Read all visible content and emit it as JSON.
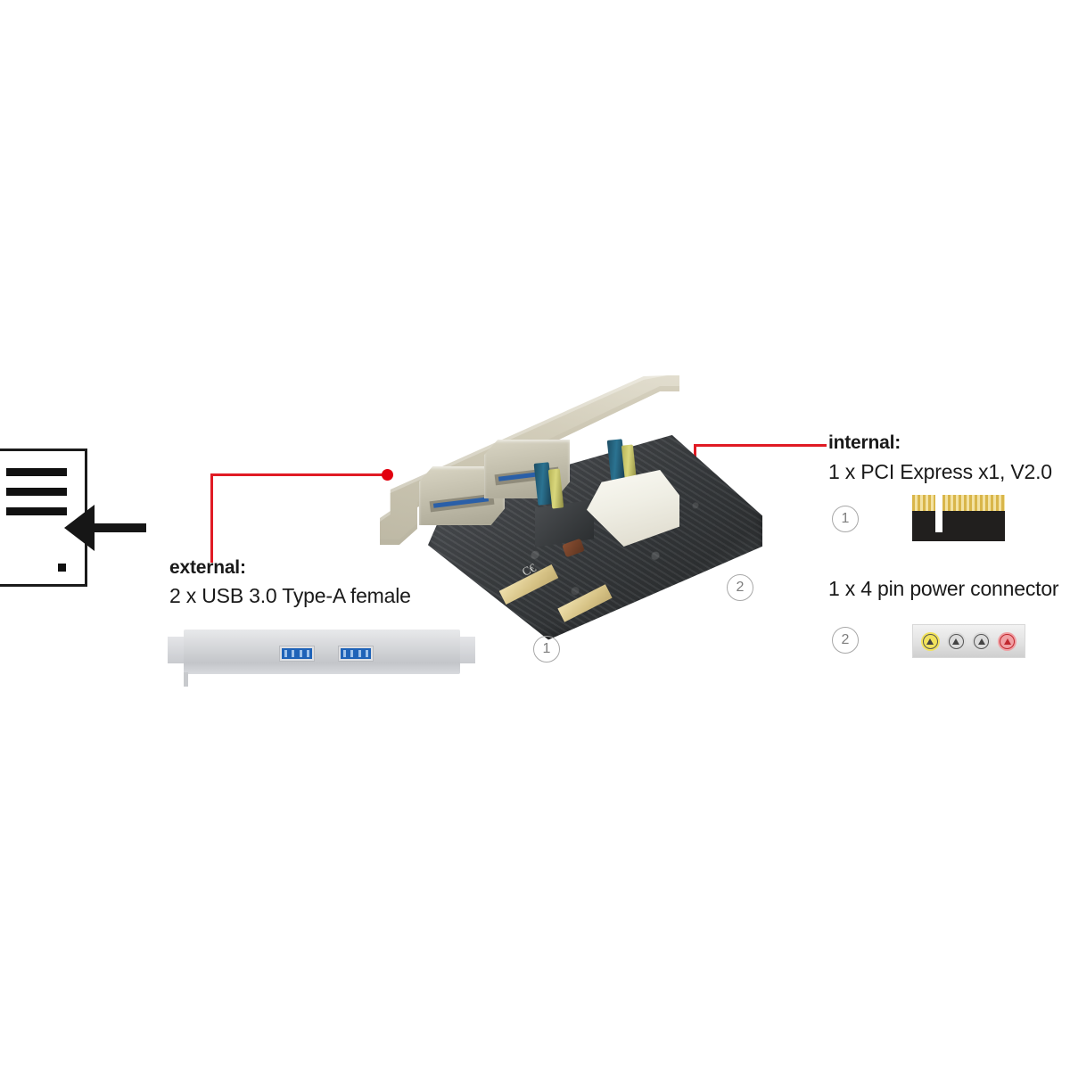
{
  "page": {
    "title": "PCI Express Card > 2 x USB 3.0 Type-A female",
    "background_color": "#ffffff"
  },
  "colors": {
    "leader_line": "#e01b24",
    "leader_dot": "#e2000f",
    "bracket_metal": "#cfc9b6",
    "pcb_dark": "#3c3f42",
    "gold_finger": "#d6c285",
    "usb_blue": "#1f63b8",
    "marker_outline": "#a8a8a8"
  },
  "callouts": {
    "external": {
      "heading": "external:",
      "detail": "2 x USB 3.0 Type-A female"
    },
    "internal": {
      "heading": "internal:",
      "detail": "1 x PCI Express x1, V2.0"
    },
    "power": {
      "detail": "1 x 4 pin power connector"
    }
  },
  "markers": {
    "board_one": "1",
    "board_two": "2",
    "legend_one": "1",
    "legend_two": "2"
  },
  "icons": {
    "computer_tower": "pc-tower-icon",
    "insert_arrow": "left-arrow-icon",
    "pcie_edge_connector": "pcie-edge-connector-icon",
    "power_connector": "4-pin-power-connector-icon",
    "usb_port_a": "usb3-type-a-port-icon",
    "usb_port_b": "usb3-type-a-port-icon"
  },
  "power_pins": [
    {
      "name": "pin-yellow",
      "color": "#f2e35c"
    },
    {
      "name": "pin-grey-1",
      "color": "#dcdcdc"
    },
    {
      "name": "pin-grey-2",
      "color": "#dcdcdc"
    },
    {
      "name": "pin-red",
      "color": "#f0a0a4"
    }
  ]
}
